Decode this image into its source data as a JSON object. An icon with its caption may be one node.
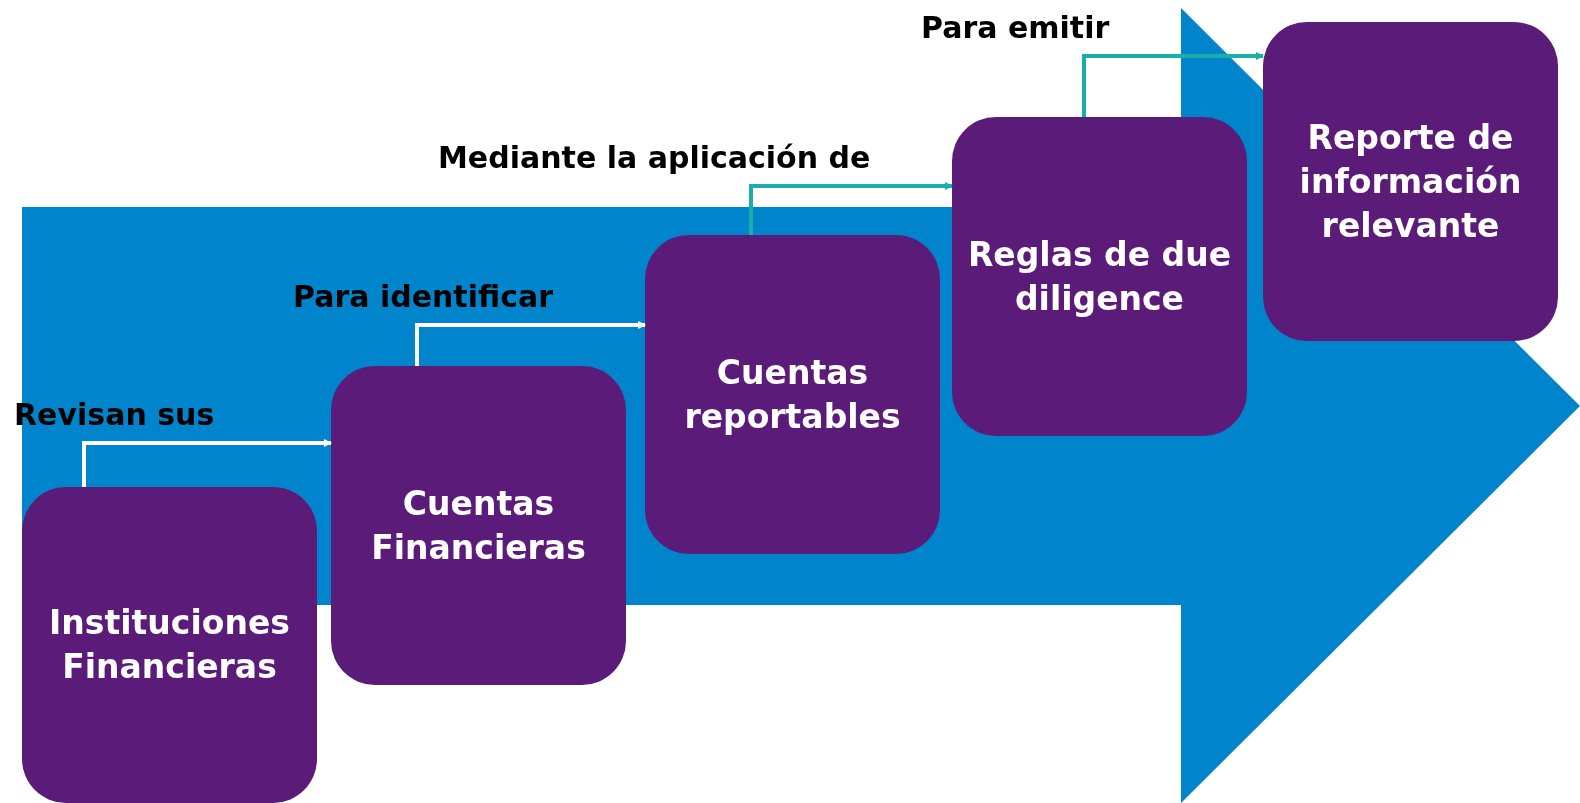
{
  "diagram": {
    "nodes": [
      {
        "text": [
          "Instituciones Financieras"
        ]
      },
      {
        "text": [
          "Cuentas Financieras"
        ]
      },
      {
        "text": [
          "Cuentas reportables"
        ]
      },
      {
        "text": [
          "Reglas de due diligence"
        ]
      },
      {
        "text": [
          "Reporte de información relevante"
        ]
      }
    ],
    "edges": [
      {
        "from": 0,
        "to": 1,
        "arrow": "to",
        "label": "Revisan sus",
        "color": "#ffffff"
      },
      {
        "from": 1,
        "to": 2,
        "arrow": "to",
        "label": "Para identificar",
        "color": "#ffffff"
      },
      {
        "from": 2,
        "to": 3,
        "arrow": "to",
        "label": "Mediante la aplicación de",
        "color": "#1aaeaa"
      },
      {
        "from": 3,
        "to": 4,
        "arrow": "to",
        "label": "Para emitir",
        "color": "#1aaeaa"
      }
    ]
  }
}
